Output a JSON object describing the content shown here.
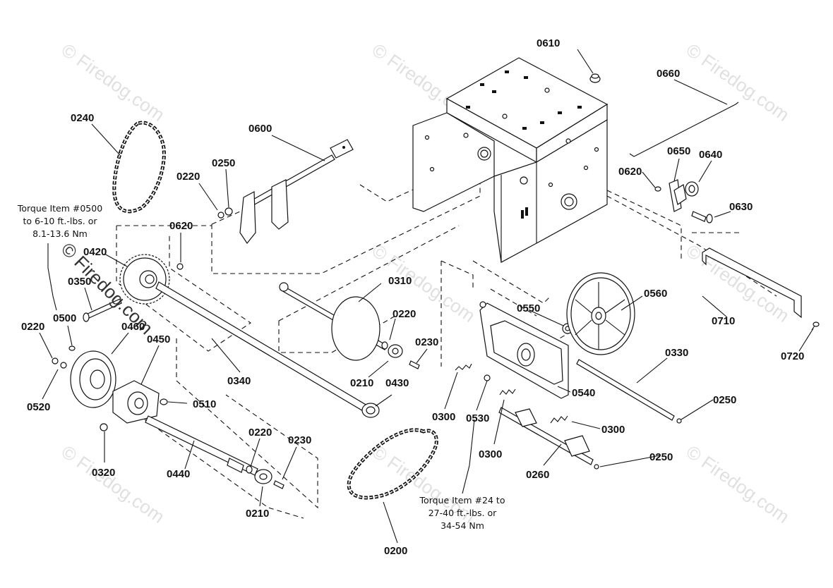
{
  "labels": {
    "l0610": "0610",
    "l0660": "0660",
    "l0240": "0240",
    "l0600": "0600",
    "l0250a": "0250",
    "l0220a": "0220",
    "l0650": "0650",
    "l0640": "0640",
    "l0620a": "0620",
    "l0630": "0630",
    "l0620b": "0620",
    "l0420": "0420",
    "l0350": "0350",
    "l0310": "0310",
    "l0220b": "0220",
    "l0560": "0560",
    "l0550": "0550",
    "l0710": "0710",
    "l0720": "0720",
    "l0220c": "0220",
    "l0500": "0500",
    "l0460": "0460",
    "l0450": "0450",
    "l0230a": "0230",
    "l0330": "0330",
    "l0520": "0520",
    "l0340": "0340",
    "l0210a": "0210",
    "l0430": "0430",
    "l0540": "0540",
    "l0510": "0510",
    "l0300a": "0300",
    "l0530": "0530",
    "l0250b": "0250",
    "l0300b": "0300",
    "l0220d": "0220",
    "l0230b": "0230",
    "l0320": "0320",
    "l0440": "0440",
    "l0300c": "0300",
    "l0250c": "0250",
    "l0260": "0260",
    "l0210b": "0210",
    "l0200": "0200"
  },
  "notes": {
    "torque_top": [
      "Torque Item #0500",
      "to 6-10 ft.-lbs. or",
      "8.1-13.6 Nm"
    ],
    "torque_bottom": [
      "Torque Item #24 to",
      "27-40 ft.-lbs. or",
      "34-54 Nm"
    ]
  },
  "watermark": {
    "text": "Firedog.com",
    "symbol": "©"
  }
}
